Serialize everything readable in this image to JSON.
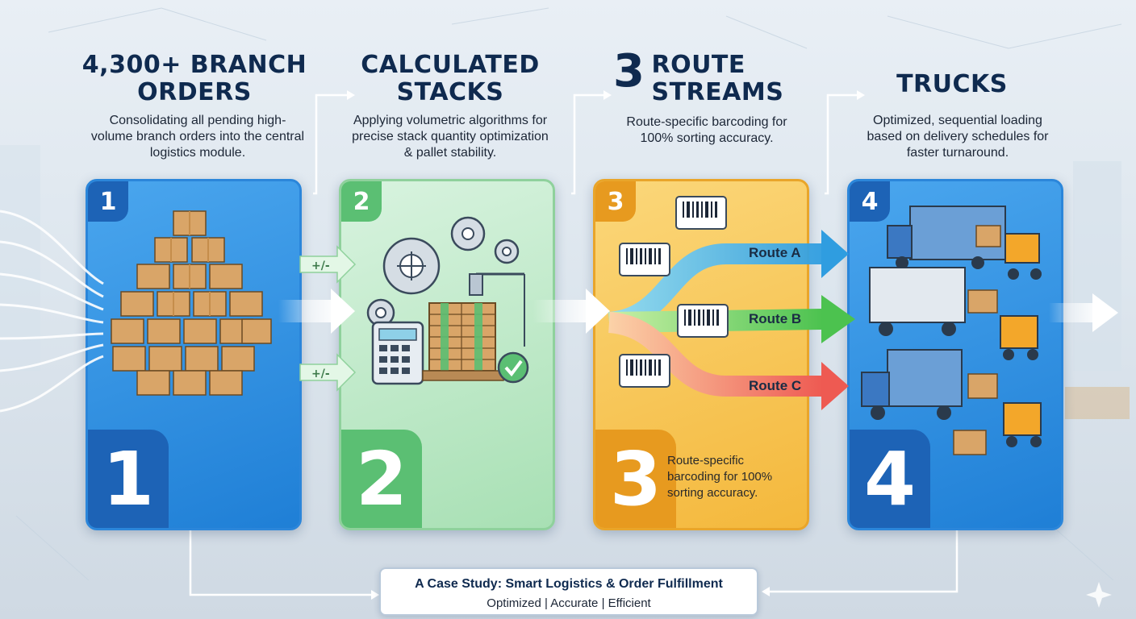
{
  "steps": [
    {
      "number": "1",
      "title_line1": "4,300+ BRANCH",
      "title_line2": "ORDERS",
      "description": "Consolidating all pending high-volume branch orders into the central logistics module."
    },
    {
      "number": "2",
      "title_line1": "CALCULATED",
      "title_line2": "STACKS",
      "description": "Applying volumetric algorithms for precise stack quantity optimization & pallet stability."
    },
    {
      "number": "3",
      "title_line1": "ROUTE",
      "title_line2": "STREAMS",
      "description": "Route-specific barcoding for 100% sorting accuracy.",
      "panel_note": "Route-specific barcoding for 100% sorting accuracy.",
      "routes": [
        "Route A",
        "Route B",
        "Route C"
      ]
    },
    {
      "number": "4",
      "title_line1": "TRUCKS",
      "description": "Optimized, sequential loading based on delivery schedules for faster turnaround."
    }
  ],
  "footer": {
    "title": "A Case Study: Smart Logistics & Order Fulfillment",
    "subtitle": "Optimized | Accurate | Efficient"
  },
  "icons": {
    "panel1": "stacked-boxes-icon",
    "panel2": "calculator-gears-pallet-icon",
    "panel3": "barcode-icon",
    "panel4": "truck-forklift-icon"
  },
  "colors": {
    "blue": "#1f7fd6",
    "green": "#5bbf73",
    "orange": "#e79a1f",
    "navy": "#0f2a4f"
  }
}
